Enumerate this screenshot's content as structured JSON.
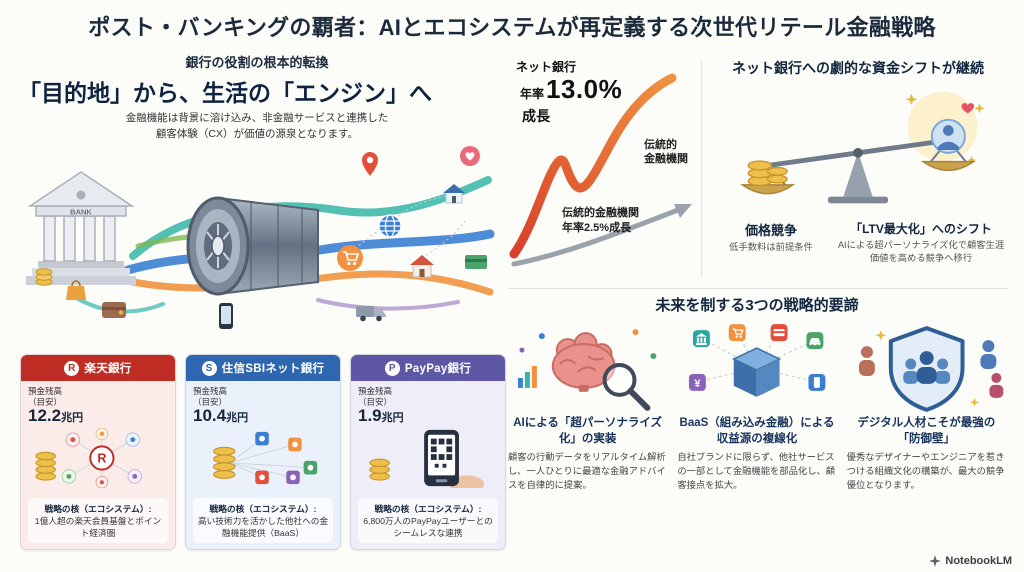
{
  "header": {
    "title": "ポスト・バンキングの覇者：AIとエコシステムが再定義する次世代リテール金融戦略"
  },
  "transform": {
    "kicker": "銀行の役割の根本的転換",
    "heading": "「目的地」から、生活の「エンジン」へ",
    "desc_line1": "金融機能は背景に溶け込み、非金融サービスと連携した",
    "desc_line2": "顧客体験（CX）が価値の源泉となります。",
    "bank_sign": "BANK"
  },
  "growth_chart": {
    "net_bank_label": "ネット銀行",
    "rate_prefix": "年率",
    "rate_value": "13.0%",
    "rate_suffix": "成長",
    "trad_label_line1": "伝統的",
    "trad_label_line2": "金融機関",
    "trad_caption_line1": "伝統的金融機関",
    "trad_caption_line2": "年率2.5%成長"
  },
  "chart_data": {
    "type": "line",
    "x": [
      0,
      1,
      2,
      3,
      4,
      5,
      6,
      7,
      8
    ],
    "series": [
      {
        "name": "ネット銀行",
        "growth_label": "年率13.0%成長",
        "color": "#d8402c",
        "values": [
          10,
          24,
          42,
          34,
          30,
          55,
          82,
          115,
          150
        ]
      },
      {
        "name": "伝統的金融機関",
        "growth_label": "年率2.5%成長",
        "color": "#9aa2ab",
        "values": [
          10,
          12,
          14,
          16,
          18,
          21,
          23,
          26,
          28
        ]
      }
    ],
    "grid": false,
    "axes_visible": false,
    "legend": "inline-annotations"
  },
  "shift": {
    "heading": "ネット銀行への劇的な資金シフトが継続",
    "left_title": "価格競争",
    "left_sub": "低手数料は前提条件",
    "right_title": "「LTV最大化」へのシフト",
    "right_sub": "AIによる超パーソナライズ化で顧客生涯価値を高める競争へ移行"
  },
  "banks": [
    {
      "name": "楽天銀行",
      "logo": "R",
      "brand_color": "#bf2c24",
      "tint": "#fbecea",
      "deposit_label": "預金残高",
      "deposit_note": "（目安）",
      "deposit_value": "12.2",
      "deposit_unit": "兆円",
      "strategy_label": "戦略の核（エコシステム）:",
      "strategy": "1億人超の楽天会員基盤とポイント経済圏"
    },
    {
      "name": "住信SBIネット銀行",
      "logo": "S",
      "brand_color": "#2e66b0",
      "tint": "#eaf1fa",
      "deposit_label": "預金残高",
      "deposit_note": "（目安）",
      "deposit_value": "10.4",
      "deposit_unit": "兆円",
      "strategy_label": "戦略の核（エコシステム）:",
      "strategy": "高い技術力を活かした他社への金融機能提供（BaaS）"
    },
    {
      "name": "PayPay銀行",
      "logo": "P",
      "brand_color": "#5e57a5",
      "tint": "#efedf7",
      "deposit_label": "預金残高",
      "deposit_note": "（目安）",
      "deposit_value": "1.9",
      "deposit_unit": "兆円",
      "strategy_label": "戦略の核（エコシステム）:",
      "strategy": "6,800万人のPayPayユーザーとのシームレスな連携"
    }
  ],
  "strategies": {
    "heading": "未来を制する3つの戦略的要諦",
    "items": [
      {
        "title": "AIによる「超パーソナライズ化」の実装",
        "desc": "顧客の行動データをリアルタイム解析し、一人ひとりに最適な金融アドバイスを自律的に提案。"
      },
      {
        "title": "BaaS（組み込み金融）による収益源の複線化",
        "desc": "自社ブランドに限らず、他社サービスの一部として金融機能を部品化し、顧客接点を拡大。"
      },
      {
        "title": "デジタル人材こそが最強の「防御壁」",
        "desc": "優秀なデザイナーやエンジニアを惹きつける組織文化の構築が、最大の競争優位となります。"
      }
    ]
  },
  "footer": {
    "brand": "NotebookLM"
  }
}
